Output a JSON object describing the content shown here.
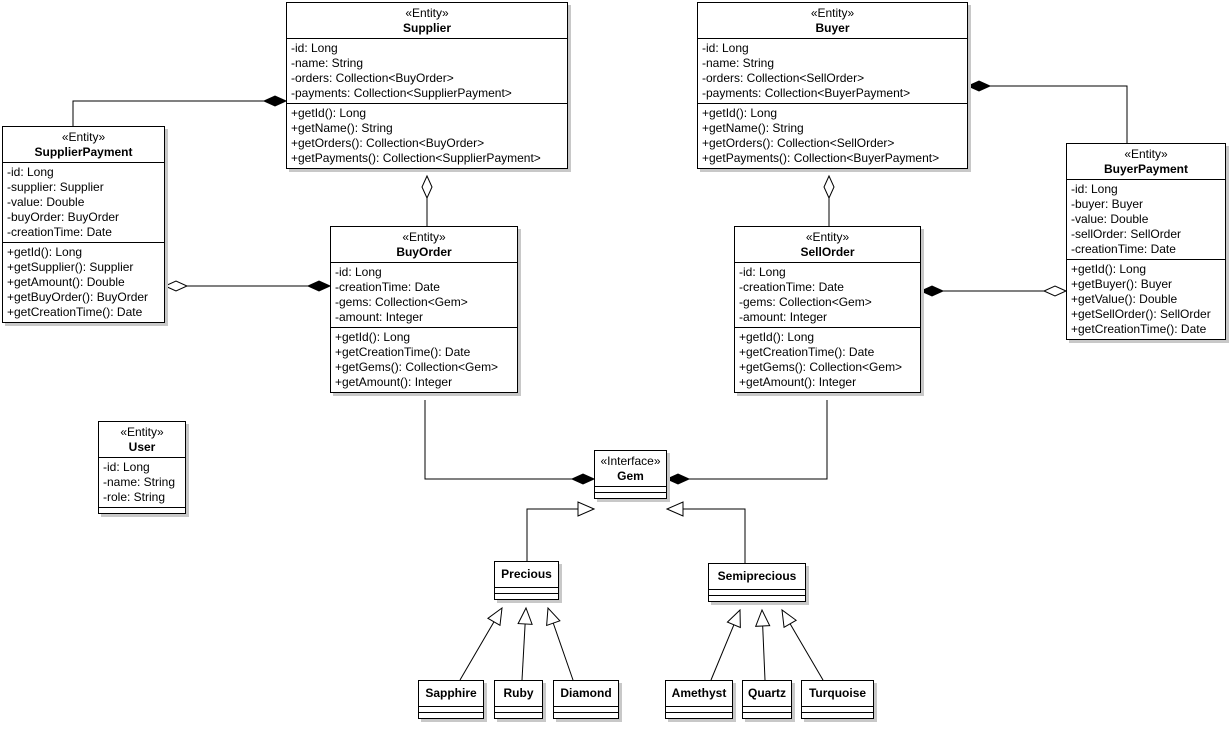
{
  "classes": {
    "supplier": {
      "stereotype": "«Entity»",
      "name": "Supplier",
      "attributes": [
        "-id: Long",
        "-name: String",
        "-orders: Collection<BuyOrder>",
        "-payments: Collection<SupplierPayment>"
      ],
      "operations": [
        "+getId(): Long",
        "+getName(): String",
        "+getOrders(): Collection<BuyOrder>",
        "+getPayments(): Collection<SupplierPayment>"
      ]
    },
    "buyer": {
      "stereotype": "«Entity»",
      "name": "Buyer",
      "attributes": [
        "-id: Long",
        "-name: String",
        "-orders: Collection<SellOrder>",
        "-payments: Collection<BuyerPayment>"
      ],
      "operations": [
        "+getId(): Long",
        "+getName(): String",
        "+getOrders(): Collection<SellOrder>",
        "+getPayments(): Collection<BuyerPayment>"
      ]
    },
    "supplier_payment": {
      "stereotype": "«Entity»",
      "name": "SupplierPayment",
      "attributes": [
        "-id: Long",
        "-supplier: Supplier",
        "-value: Double",
        "-buyOrder: BuyOrder",
        "-creationTime: Date"
      ],
      "operations": [
        "+getId(): Long",
        "+getSupplier(): Supplier",
        "+getAmount(): Double",
        "+getBuyOrder(): BuyOrder",
        "+getCreationTime(): Date"
      ]
    },
    "buy_order": {
      "stereotype": "«Entity»",
      "name": "BuyOrder",
      "attributes": [
        "-id: Long",
        "-creationTime: Date",
        "-gems: Collection<Gem>",
        "-amount: Integer"
      ],
      "operations": [
        "+getId(): Long",
        "+getCreationTime(): Date",
        "+getGems(): Collection<Gem>",
        "+getAmount(): Integer"
      ]
    },
    "sell_order": {
      "stereotype": "«Entity»",
      "name": "SellOrder",
      "attributes": [
        "-id: Long",
        "-creationTime: Date",
        "-gems: Collection<Gem>",
        "-amount: Integer"
      ],
      "operations": [
        "+getId(): Long",
        "+getCreationTime(): Date",
        "+getGems(): Collection<Gem>",
        "+getAmount(): Integer"
      ]
    },
    "buyer_payment": {
      "stereotype": "«Entity»",
      "name": "BuyerPayment",
      "attributes": [
        "-id: Long",
        "-buyer: Buyer",
        "-value: Double",
        "-sellOrder: SellOrder",
        "-creationTime: Date"
      ],
      "operations": [
        "+getId(): Long",
        "+getBuyer(): Buyer",
        "+getValue(): Double",
        "+getSellOrder(): SellOrder",
        "+getCreationTime(): Date"
      ]
    },
    "user": {
      "stereotype": "«Entity»",
      "name": "User",
      "attributes": [
        "-id: Long",
        "-name: String",
        "-role: String"
      ]
    },
    "gem": {
      "stereotype": "«Interface»",
      "name": "Gem"
    },
    "precious": {
      "name": "Precious"
    },
    "semiprecious": {
      "name": "Semiprecious"
    },
    "sapphire": {
      "name": "Sapphire"
    },
    "ruby": {
      "name": "Ruby"
    },
    "diamond": {
      "name": "Diamond"
    },
    "amethyst": {
      "name": "Amethyst"
    },
    "quartz": {
      "name": "Quartz"
    },
    "turquoise": {
      "name": "Turquoise"
    }
  },
  "relationships": [
    {
      "kind": "composition",
      "whole": "Supplier",
      "part": "SupplierPayment"
    },
    {
      "kind": "aggregation",
      "whole": "Supplier",
      "part": "BuyOrder"
    },
    {
      "kind": "aggregation",
      "whole": "SupplierPayment",
      "part": "BuyOrder"
    },
    {
      "kind": "composition",
      "whole": "Buyer",
      "part": "BuyerPayment"
    },
    {
      "kind": "aggregation",
      "whole": "Buyer",
      "part": "SellOrder"
    },
    {
      "kind": "aggregation",
      "whole": "BuyerPayment",
      "part": "SellOrder"
    },
    {
      "kind": "composition",
      "whole": "Gem",
      "part": "BuyOrder"
    },
    {
      "kind": "composition",
      "whole": "Gem",
      "part": "SellOrder"
    },
    {
      "kind": "generalization",
      "child": "Precious",
      "parent": "Gem"
    },
    {
      "kind": "generalization",
      "child": "Semiprecious",
      "parent": "Gem"
    },
    {
      "kind": "generalization",
      "child": "Sapphire",
      "parent": "Precious"
    },
    {
      "kind": "generalization",
      "child": "Ruby",
      "parent": "Precious"
    },
    {
      "kind": "generalization",
      "child": "Diamond",
      "parent": "Precious"
    },
    {
      "kind": "generalization",
      "child": "Amethyst",
      "parent": "Semiprecious"
    },
    {
      "kind": "generalization",
      "child": "Quartz",
      "parent": "Semiprecious"
    },
    {
      "kind": "generalization",
      "child": "Turquoise",
      "parent": "Semiprecious"
    }
  ]
}
